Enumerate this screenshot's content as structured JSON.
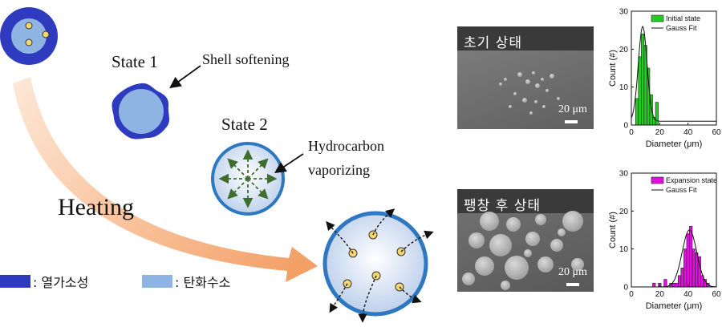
{
  "labels": {
    "state1": "State 1",
    "shell_softening": "Shell softening",
    "state2": "State 2",
    "hydrocarbon": "Hydrocarbon",
    "vaporizing": "vaporizing",
    "heating": "Heating"
  },
  "legend": {
    "items": [
      {
        "label": ": 열가소성",
        "color": "#2e3bbf"
      },
      {
        "label": ": 탄화수소",
        "color": "#8eb4e3"
      }
    ]
  },
  "sem_images": {
    "initial": {
      "label": "초기 상태",
      "scale": "20 μm"
    },
    "expansion": {
      "label": "팽창 후 상태",
      "scale": "20 μm"
    }
  },
  "colors": {
    "shell": "#2e3bbf",
    "core": "#8eb4e3",
    "ring": "#2d78c1",
    "arrow": "#f4a36b",
    "green_bars": "#22cc22",
    "magenta_bars": "#e010e0"
  },
  "chart_data": [
    {
      "type": "bar",
      "title": "",
      "xlabel": "Diameter (μm)",
      "ylabel": "Count (#)",
      "xlim": [
        0,
        60
      ],
      "ylim": [
        0,
        30
      ],
      "xticks": [
        "0",
        "20",
        "40",
        "60"
      ],
      "yticks": [
        "0",
        "10",
        "20",
        "30"
      ],
      "legend": [
        "Initial state",
        "Gauss Fit"
      ],
      "series": [
        {
          "name": "Initial state",
          "bin_width": 2,
          "bins": [
            4,
            6,
            8,
            10,
            12,
            14,
            16,
            18
          ],
          "values": [
            7,
            18,
            24,
            21,
            15,
            8,
            2,
            6
          ]
        },
        {
          "name": "Gauss Fit",
          "type": "line",
          "mean": 8,
          "sigma": 3.1,
          "amplitude": 25,
          "baseline": 1
        }
      ]
    },
    {
      "type": "bar",
      "title": "",
      "xlabel": "Diameter (μm)",
      "ylabel": "Count (#)",
      "xlim": [
        0,
        60
      ],
      "ylim": [
        0,
        30
      ],
      "xticks": [
        "0",
        "20",
        "40",
        "60"
      ],
      "yticks": [
        "0",
        "10",
        "20",
        "30"
      ],
      "legend": [
        "Expansion state",
        "Gauss Fit"
      ],
      "series": [
        {
          "name": "Expansion state",
          "bin_width": 2,
          "bins": [
            16,
            20,
            24,
            28,
            30,
            32,
            34,
            36,
            38,
            40,
            42,
            44,
            46,
            48,
            50,
            52,
            54
          ],
          "values": [
            1,
            1,
            2,
            1,
            1,
            1,
            3,
            5,
            10,
            14,
            16,
            10,
            9,
            8,
            3,
            2,
            1
          ]
        },
        {
          "name": "Gauss Fit",
          "type": "line",
          "mean": 41,
          "sigma": 5.2,
          "amplitude": 15,
          "baseline": 0
        }
      ]
    }
  ]
}
